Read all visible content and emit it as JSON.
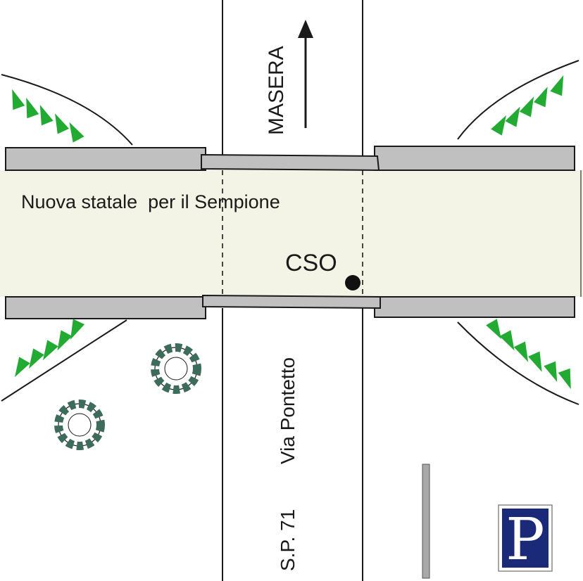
{
  "map": {
    "main_road_label": "Nuova statale  per il Sempione",
    "direction_label": "MASERA",
    "side_road_label": "Via Pontetto",
    "road_number_label": "S.P. 71",
    "point_label": "CSO",
    "parking_sign_letter": "P"
  },
  "colors": {
    "road_fill": "#f3f3e6",
    "curb_fill": "#c0c0c0",
    "line": "#1a1a1a",
    "grass": "#22aa33",
    "shrub": "#3e6c5a",
    "parking_bg": "#1a2a78"
  },
  "icons": [
    "arrow-up-icon",
    "shrub-icon",
    "grass-icon",
    "parking-sign-icon",
    "marker-dot-icon"
  ]
}
